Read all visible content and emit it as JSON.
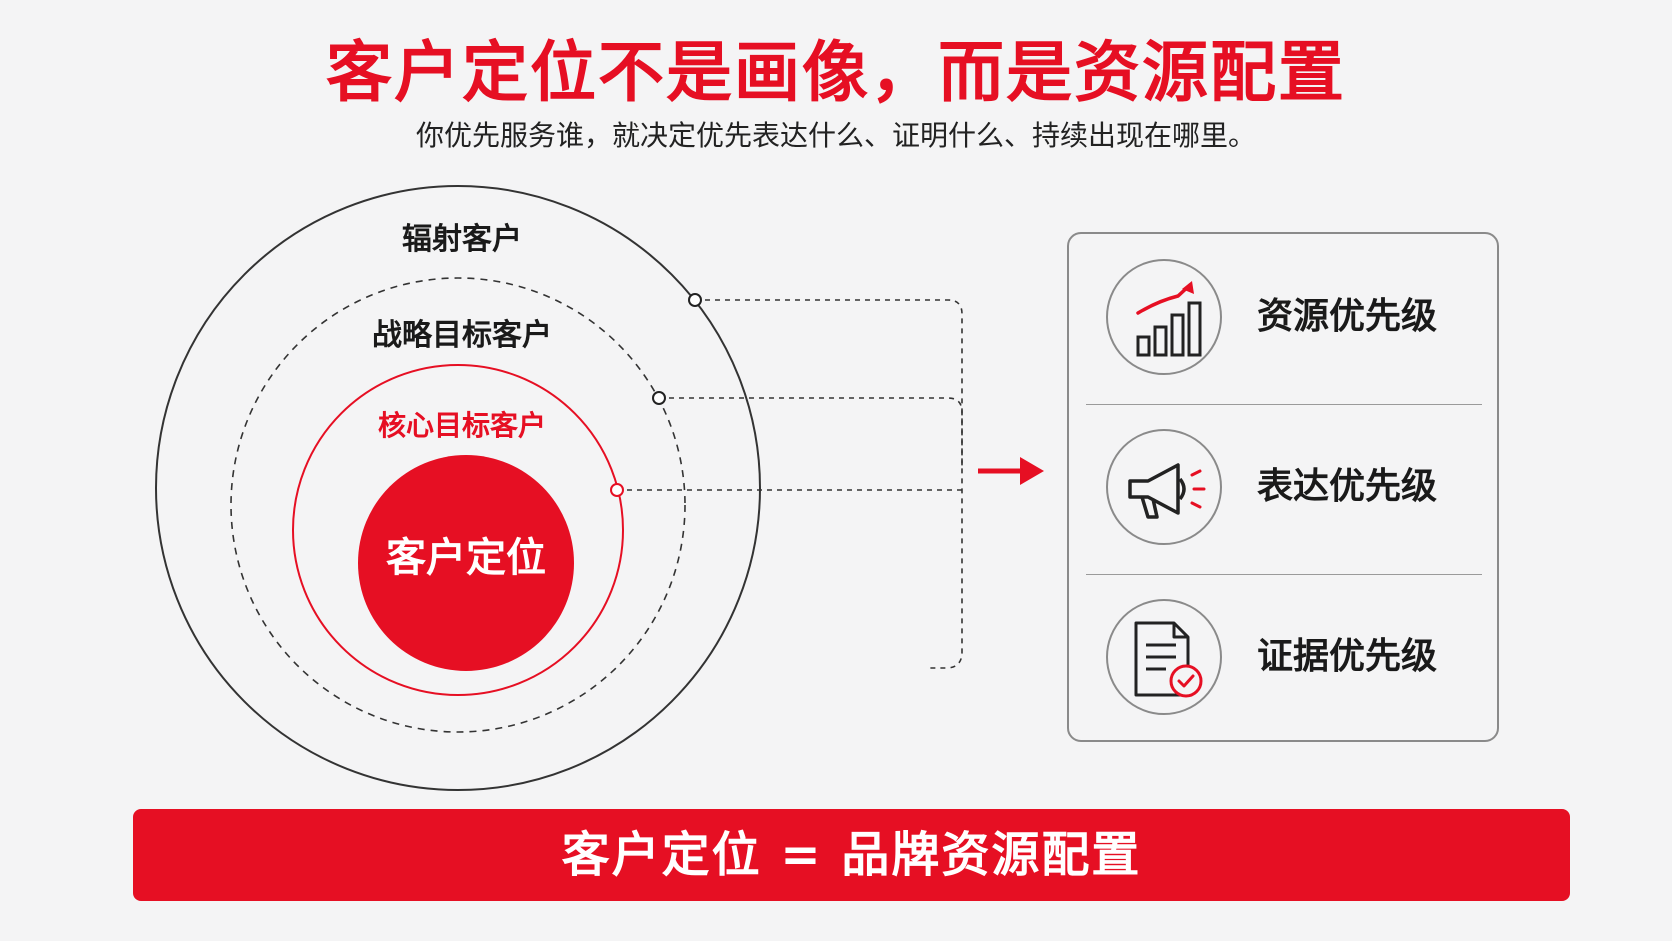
{
  "header": {
    "title": "客户定位不是画像，而是资源配置",
    "subtitle": "你优先服务谁，就决定优先表达什么、证明什么、持续出现在哪里。"
  },
  "rings": {
    "outer": "辐射客户",
    "middle": "战略目标客户",
    "inner": "核心目标客户",
    "core": "客户定位"
  },
  "priorities": [
    {
      "label": "资源优先级",
      "icon": "growth-chart-icon"
    },
    {
      "label": "表达优先级",
      "icon": "megaphone-icon"
    },
    {
      "label": "证据优先级",
      "icon": "document-check-icon"
    }
  ],
  "banner": {
    "text": "客户定位 = 品牌资源配置"
  },
  "colors": {
    "accent": "#e60f23",
    "text": "#1a1a1a",
    "background": "#f4f4f5",
    "line": "#333333"
  }
}
